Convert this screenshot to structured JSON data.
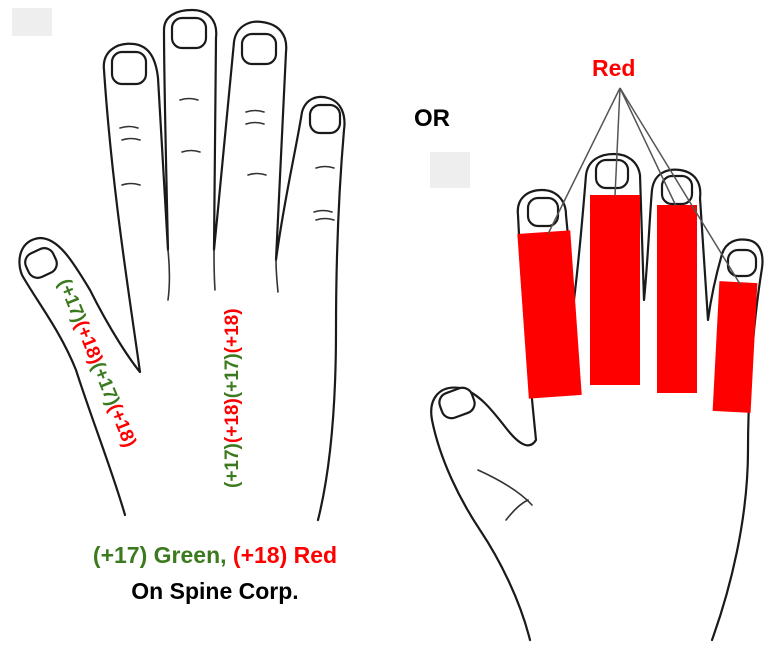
{
  "colors": {
    "green": "#3b7a1e",
    "red": "#ff0000",
    "outline": "#1a1a1a"
  },
  "left_hand": {
    "thumb_labels": [
      "(+17)",
      "(+18)",
      "(+17)",
      "(+18)"
    ],
    "middle_labels": [
      "(+17)",
      "(+18)",
      "(+17)",
      "(+18)"
    ]
  },
  "caption": {
    "green_code": "(+17)",
    "green_word": " Green, ",
    "red_code": "(+18)",
    "red_word": " Red",
    "line2": "On Spine Corp."
  },
  "or_label": "OR",
  "right_hand": {
    "red_label": "Red"
  }
}
